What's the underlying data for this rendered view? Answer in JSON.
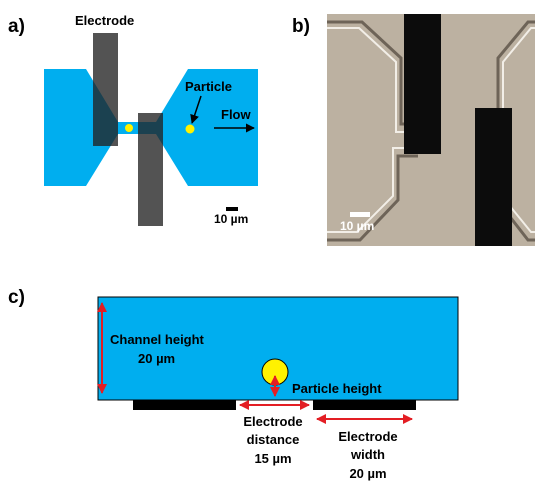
{
  "panels": {
    "a": "a)",
    "b": "b)",
    "c": "c)"
  },
  "panel_a": {
    "electrode_label": "Electrode",
    "particle_label": "Particle",
    "flow_label": "Flow",
    "scale_label": "10 µm"
  },
  "panel_b": {
    "scale_label": "10 µm"
  },
  "panel_c": {
    "channel_height_label": "Channel height",
    "channel_height_value": "20 µm",
    "particle_height_label": "Particle height",
    "electrode_distance_label_1": "Electrode",
    "electrode_distance_label_2": "distance",
    "electrode_distance_value": "15 µm",
    "electrode_width_label_1": "Electrode",
    "electrode_width_label_2": "width",
    "electrode_width_value": "20 µm"
  },
  "colors": {
    "channel": "#00AEEF",
    "electrode": "#000000",
    "particle": "#FFF200",
    "annotation": "#E31E24"
  }
}
